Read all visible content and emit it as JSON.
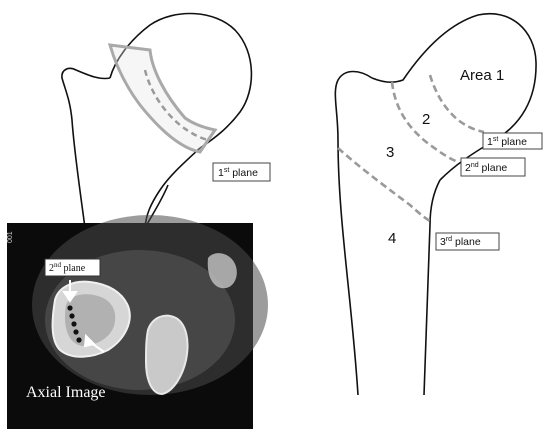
{
  "left_figure": {
    "plane_label": {
      "main": "1",
      "sup": "st",
      "tail": " plane"
    }
  },
  "right_figure": {
    "area1": "Area 1",
    "area2": "2",
    "area3": "3",
    "area4": "4",
    "plane1": {
      "main": "1",
      "sup": "st",
      "tail": " plane"
    },
    "plane2": {
      "main": "2",
      "sup": "nd",
      "tail": " plane"
    },
    "plane3": {
      "main": "3",
      "sup": "rd",
      "tail": " plane"
    }
  },
  "ct_image": {
    "corner_text": "001",
    "plane_label": {
      "main": "2",
      "sup": "nd",
      "tail": " plane"
    },
    "caption": "Axial Image"
  },
  "colors": {
    "outline": "#111111",
    "dashed_plane": "#9a9a9a",
    "cut_band": "#a9a9a9",
    "ct_background": "#0b0b0b"
  }
}
